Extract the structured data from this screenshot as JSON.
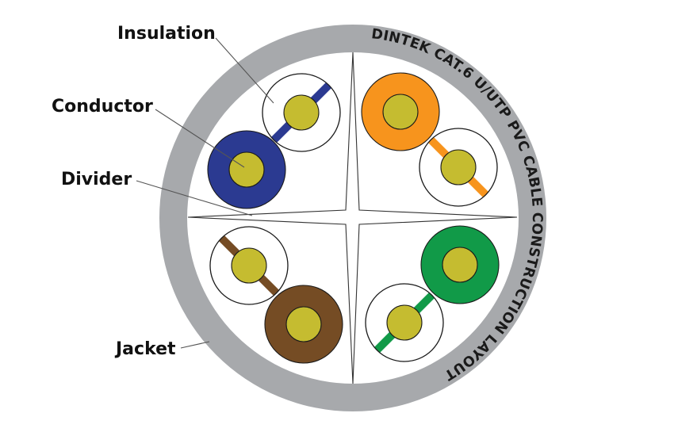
{
  "title": "DINTEK CAT.6 U/UTP PVC CABLE CONSTRUCTION LAYOUT",
  "labels": {
    "insulation": "Insulation",
    "conductor": "Conductor",
    "divider": "Divider",
    "jacket": "Jacket"
  },
  "colors": {
    "jacket": "#A7A9AC",
    "conductor": "#C5BC30",
    "insulation_white": "#FFFFFF",
    "outline": "#1a1a1a",
    "blue": "#2B3A91",
    "orange": "#F7941D",
    "green": "#119A48",
    "brown": "#754C24"
  },
  "pairs": [
    {
      "name": "blue-pair",
      "solid": {
        "name": "blue-wire",
        "color": "blue"
      },
      "striped": {
        "name": "white-blue-wire",
        "color": "blue"
      }
    },
    {
      "name": "orange-pair",
      "solid": {
        "name": "orange-wire",
        "color": "orange"
      },
      "striped": {
        "name": "white-orange-wire",
        "color": "orange"
      }
    },
    {
      "name": "brown-pair",
      "solid": {
        "name": "brown-wire",
        "color": "brown"
      },
      "striped": {
        "name": "white-brown-wire",
        "color": "brown"
      }
    },
    {
      "name": "green-pair",
      "solid": {
        "name": "green-wire",
        "color": "green"
      },
      "striped": {
        "name": "white-green-wire",
        "color": "green"
      }
    }
  ]
}
